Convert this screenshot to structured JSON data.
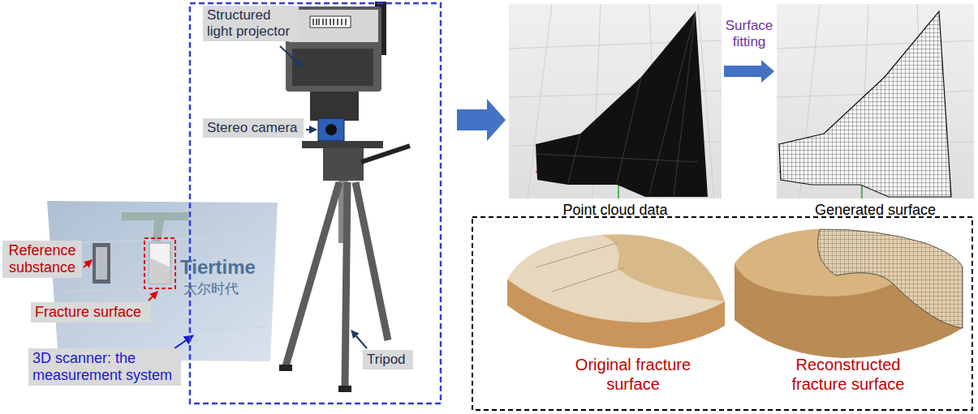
{
  "diagram": {
    "nodes": [
      {
        "text": [
          "Structured light projector"
        ]
      },
      {
        "text": [
          "Stereo camera"
        ]
      },
      {
        "text": [
          "Reference substance"
        ]
      },
      {
        "text": [
          "Fracture surface"
        ]
      },
      {
        "text": [
          "3D scanner: the measurement system"
        ]
      },
      {
        "text": [
          "Tripod"
        ]
      },
      {
        "text": [
          "Point cloud data"
        ]
      },
      {
        "text": [
          "Generated surface"
        ]
      }
    ],
    "edges": [
      {
        "from": 6,
        "to": 7,
        "arrow": "to",
        "label": "Surface fitting"
      }
    ],
    "labels": [
      "Tiertime",
      "太尔时代",
      "Original fracture surface",
      "Reconstructed fracture surface"
    ]
  }
}
